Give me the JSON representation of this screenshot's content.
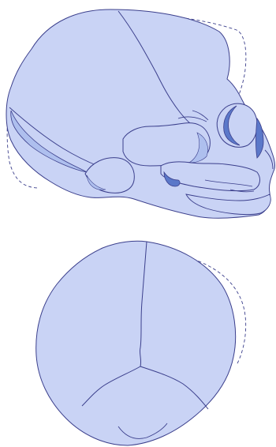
{
  "figure": {
    "views": [
      {
        "id": "lateral",
        "kind": "skull-side-view"
      },
      {
        "id": "superior",
        "kind": "skull-top-view"
      }
    ],
    "colors": {
      "bone_fill": "#c9d3f5",
      "bone_stroke": "#3b3f8c",
      "shadow_fill": "#aebfee",
      "dark_accent": "#5b78c9",
      "dashed_outline": "#3b3f8c"
    }
  }
}
